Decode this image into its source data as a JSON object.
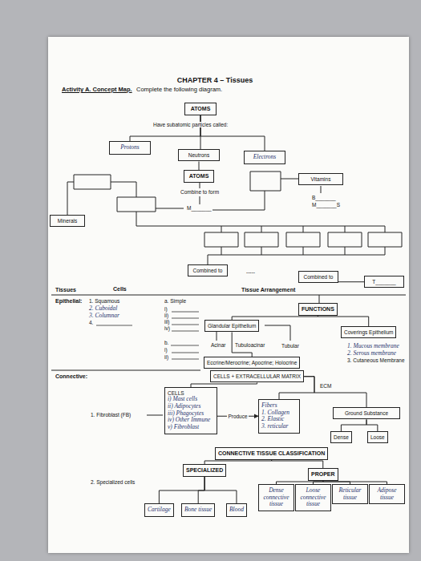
{
  "diagram": {
    "title": "CHAPTER 4 – Tissues",
    "nodes": [
      {
        "text": [
          "ATOMS"
        ]
      },
      {
        "text": [
          "Protons"
        ]
      },
      {
        "text": [
          "Neutrons"
        ]
      },
      {
        "text": [
          "Electrons"
        ]
      },
      {
        "text": [
          "ATOMS"
        ]
      },
      {
        "text": [
          "Vitamins"
        ]
      },
      {
        "text": [
          "Minerals"
        ]
      },
      {
        "text": [
          "Combined to"
        ]
      },
      {
        "text": [
          "Combined to"
        ]
      },
      {
        "text": [
          "T_______"
        ]
      },
      {
        "text": [
          "FUNCTIONS"
        ]
      },
      {
        "text": [
          "Glandular Epithelium"
        ]
      },
      {
        "text": [
          "Coverings Epithelium"
        ]
      },
      {
        "text": [
          "Eccrine/Merocrine; Apocrine; Holocrine"
        ]
      },
      {
        "text": [
          "CELLS + EXTRACELLULAR MATRIX"
        ]
      },
      {
        "text": [
          "CELLS",
          "i) Mast cells",
          "ii) Adipocytes",
          "iii) Phagocytes",
          "iv) Other Immune",
          "v) Fibroblast"
        ]
      },
      {
        "text": [
          "Fibers",
          "1. Collagen",
          "2. Elastic",
          "3. reticular"
        ]
      },
      {
        "text": [
          "Ground Substance"
        ]
      },
      {
        "text": [
          "Dense"
        ]
      },
      {
        "text": [
          "Loose"
        ]
      },
      {
        "text": [
          "CONNECTIVE TISSUE CLASSIFICATION"
        ]
      },
      {
        "text": [
          "SPECIALIZED"
        ]
      },
      {
        "text": [
          "PROPER"
        ]
      },
      {
        "text": [
          "Dense connective tissue"
        ]
      },
      {
        "text": [
          "Loose connective tissue"
        ]
      },
      {
        "text": [
          "Reticular tissue"
        ]
      },
      {
        "text": [
          "Adipose tissue"
        ]
      },
      {
        "text": [
          "Cartilage"
        ]
      },
      {
        "text": [
          "Bone tissue"
        ]
      },
      {
        "text": [
          "Blood"
        ]
      }
    ],
    "edges": [
      {
        "from": 0,
        "to": 1,
        "arrow": "none"
      },
      {
        "from": 0,
        "to": 2,
        "arrow": "none"
      },
      {
        "from": 0,
        "to": 3,
        "arrow": "none"
      },
      {
        "from": 2,
        "to": 4,
        "arrow": "none"
      },
      {
        "from": 8,
        "to": 9,
        "arrow": "none"
      },
      {
        "from": 10,
        "to": 11,
        "arrow": "none"
      },
      {
        "from": 10,
        "to": 12,
        "arrow": "none"
      },
      {
        "from": 11,
        "to": 13,
        "arrow": "none"
      },
      {
        "from": 14,
        "to": 15,
        "arrow": "none"
      },
      {
        "from": 14,
        "to": 16,
        "arrow": "none"
      },
      {
        "from": 14,
        "to": 17,
        "arrow": "none"
      },
      {
        "from": 15,
        "to": 16,
        "label": "Produce",
        "arrow": "to"
      },
      {
        "from": 17,
        "to": 18,
        "arrow": "none"
      },
      {
        "from": 17,
        "to": 19,
        "arrow": "none"
      },
      {
        "from": 20,
        "to": 21,
        "arrow": "none"
      },
      {
        "from": 20,
        "to": 22,
        "arrow": "none"
      },
      {
        "from": 22,
        "to": 23,
        "arrow": "none"
      },
      {
        "from": 22,
        "to": 24,
        "arrow": "none"
      },
      {
        "from": 22,
        "to": 25,
        "arrow": "none"
      },
      {
        "from": 22,
        "to": 26,
        "arrow": "none"
      },
      {
        "from": 21,
        "to": 27,
        "arrow": "none"
      },
      {
        "from": 21,
        "to": 28,
        "arrow": "none"
      },
      {
        "from": 21,
        "to": 29,
        "arrow": "none"
      }
    ],
    "labels": [
      "Activity A. Concept Map.",
      "Complete the following diagram.",
      "Have subatomic particles called:",
      "Combine to form",
      "M_______",
      "B_______",
      "M_______S",
      "-----",
      "Tissues",
      "Cells",
      "Tissue Arrangement",
      "Epithelial:",
      "1. Squamous",
      "2. Cuboidal",
      "3. Columnar",
      "4.",
      "a. Simple",
      "i)",
      "ii)",
      "iii)",
      "iv)",
      "b.",
      "i)",
      "ii)",
      "Acinar",
      "Tubuloacinar",
      "Tubular",
      "1. Mucous membrane",
      "2. Serous membrane",
      "3. Cutaneous Membrane",
      "Connective:",
      "ECM",
      "1. Fibroblast (FB)",
      "2. Specialized cells"
    ]
  }
}
